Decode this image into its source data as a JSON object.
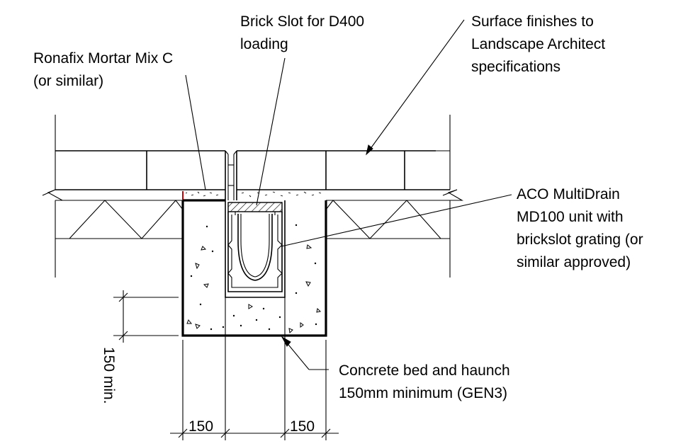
{
  "labels": {
    "mortar": [
      "Ronafix Mortar Mix C",
      "(or similar)"
    ],
    "brick_slot": [
      "Brick Slot for D400",
      "loading"
    ],
    "surface": [
      "Surface finishes to",
      "Landscape Architect",
      "specifications"
    ],
    "aco_unit": [
      "ACO MultiDrain",
      "MD100 unit with",
      "brickslot grating (or",
      "similar approved)"
    ],
    "concrete": [
      "Concrete bed and haunch",
      "150mm minimum (GEN3)"
    ]
  },
  "dimensions": {
    "vertical": "150 min.",
    "left_width": "150",
    "right_width": "150"
  },
  "colors": {
    "line": "#000000",
    "mortar_accent": "#cc0000",
    "background": "#ffffff"
  }
}
